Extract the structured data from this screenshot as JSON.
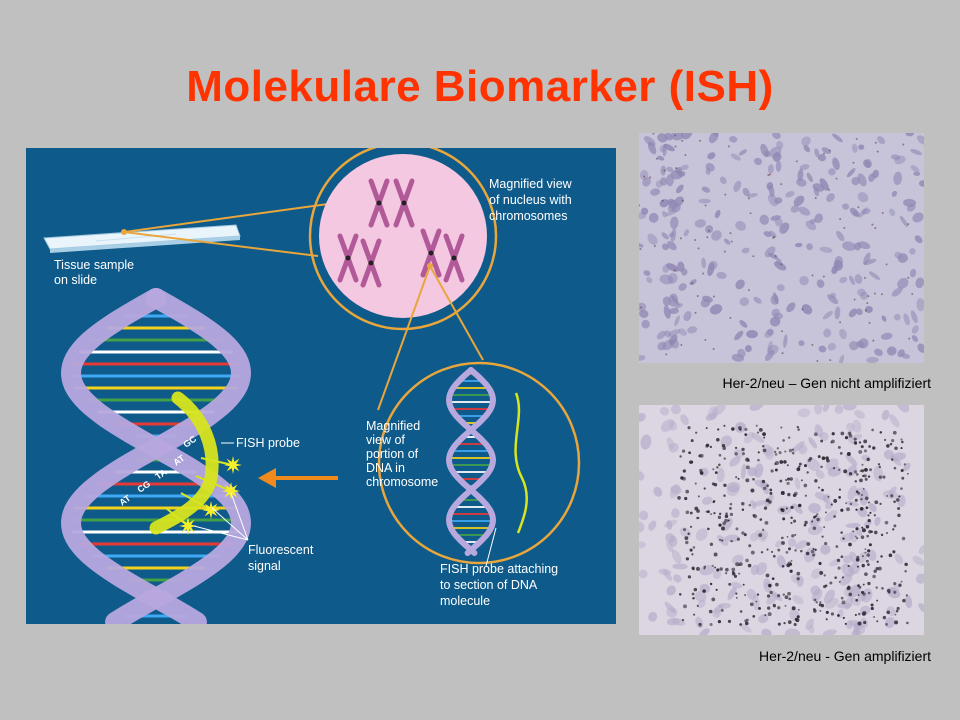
{
  "slide": {
    "title": "Molekulare Biomarker (ISH)"
  },
  "diagram": {
    "labels": {
      "tissue_sample": [
        "Tissue sample",
        "on slide"
      ],
      "magnified_nucleus": [
        "Magnified view",
        "of nucleus with",
        "chromosomes"
      ],
      "magnified_dna": [
        "Magnified",
        "view of",
        "portion of",
        "DNA in",
        "chromosome"
      ],
      "fish_probe": "FISH probe",
      "fluorescent_signal": [
        "Fluorescent",
        "signal"
      ],
      "fish_probe_attaching": [
        "FISH probe attaching",
        "to section of DNA",
        "molecule"
      ]
    },
    "base_pairs": [
      "GC",
      "AT",
      "TA",
      "CG",
      "AT"
    ],
    "colors": {
      "background": "#0e5a8a",
      "nucleus": "#f3c8e0",
      "connector": "#e8a63c",
      "helix": "#b7a8de",
      "probe": "#d7e51f"
    }
  },
  "micrographs": {
    "top_caption": "Her-2/neu – Gen nicht amplifiziert",
    "bottom_caption": "Her-2/neu - Gen amplifiziert"
  },
  "colors": {
    "title": "#ff3300",
    "page_background": "#c0c0c0"
  }
}
